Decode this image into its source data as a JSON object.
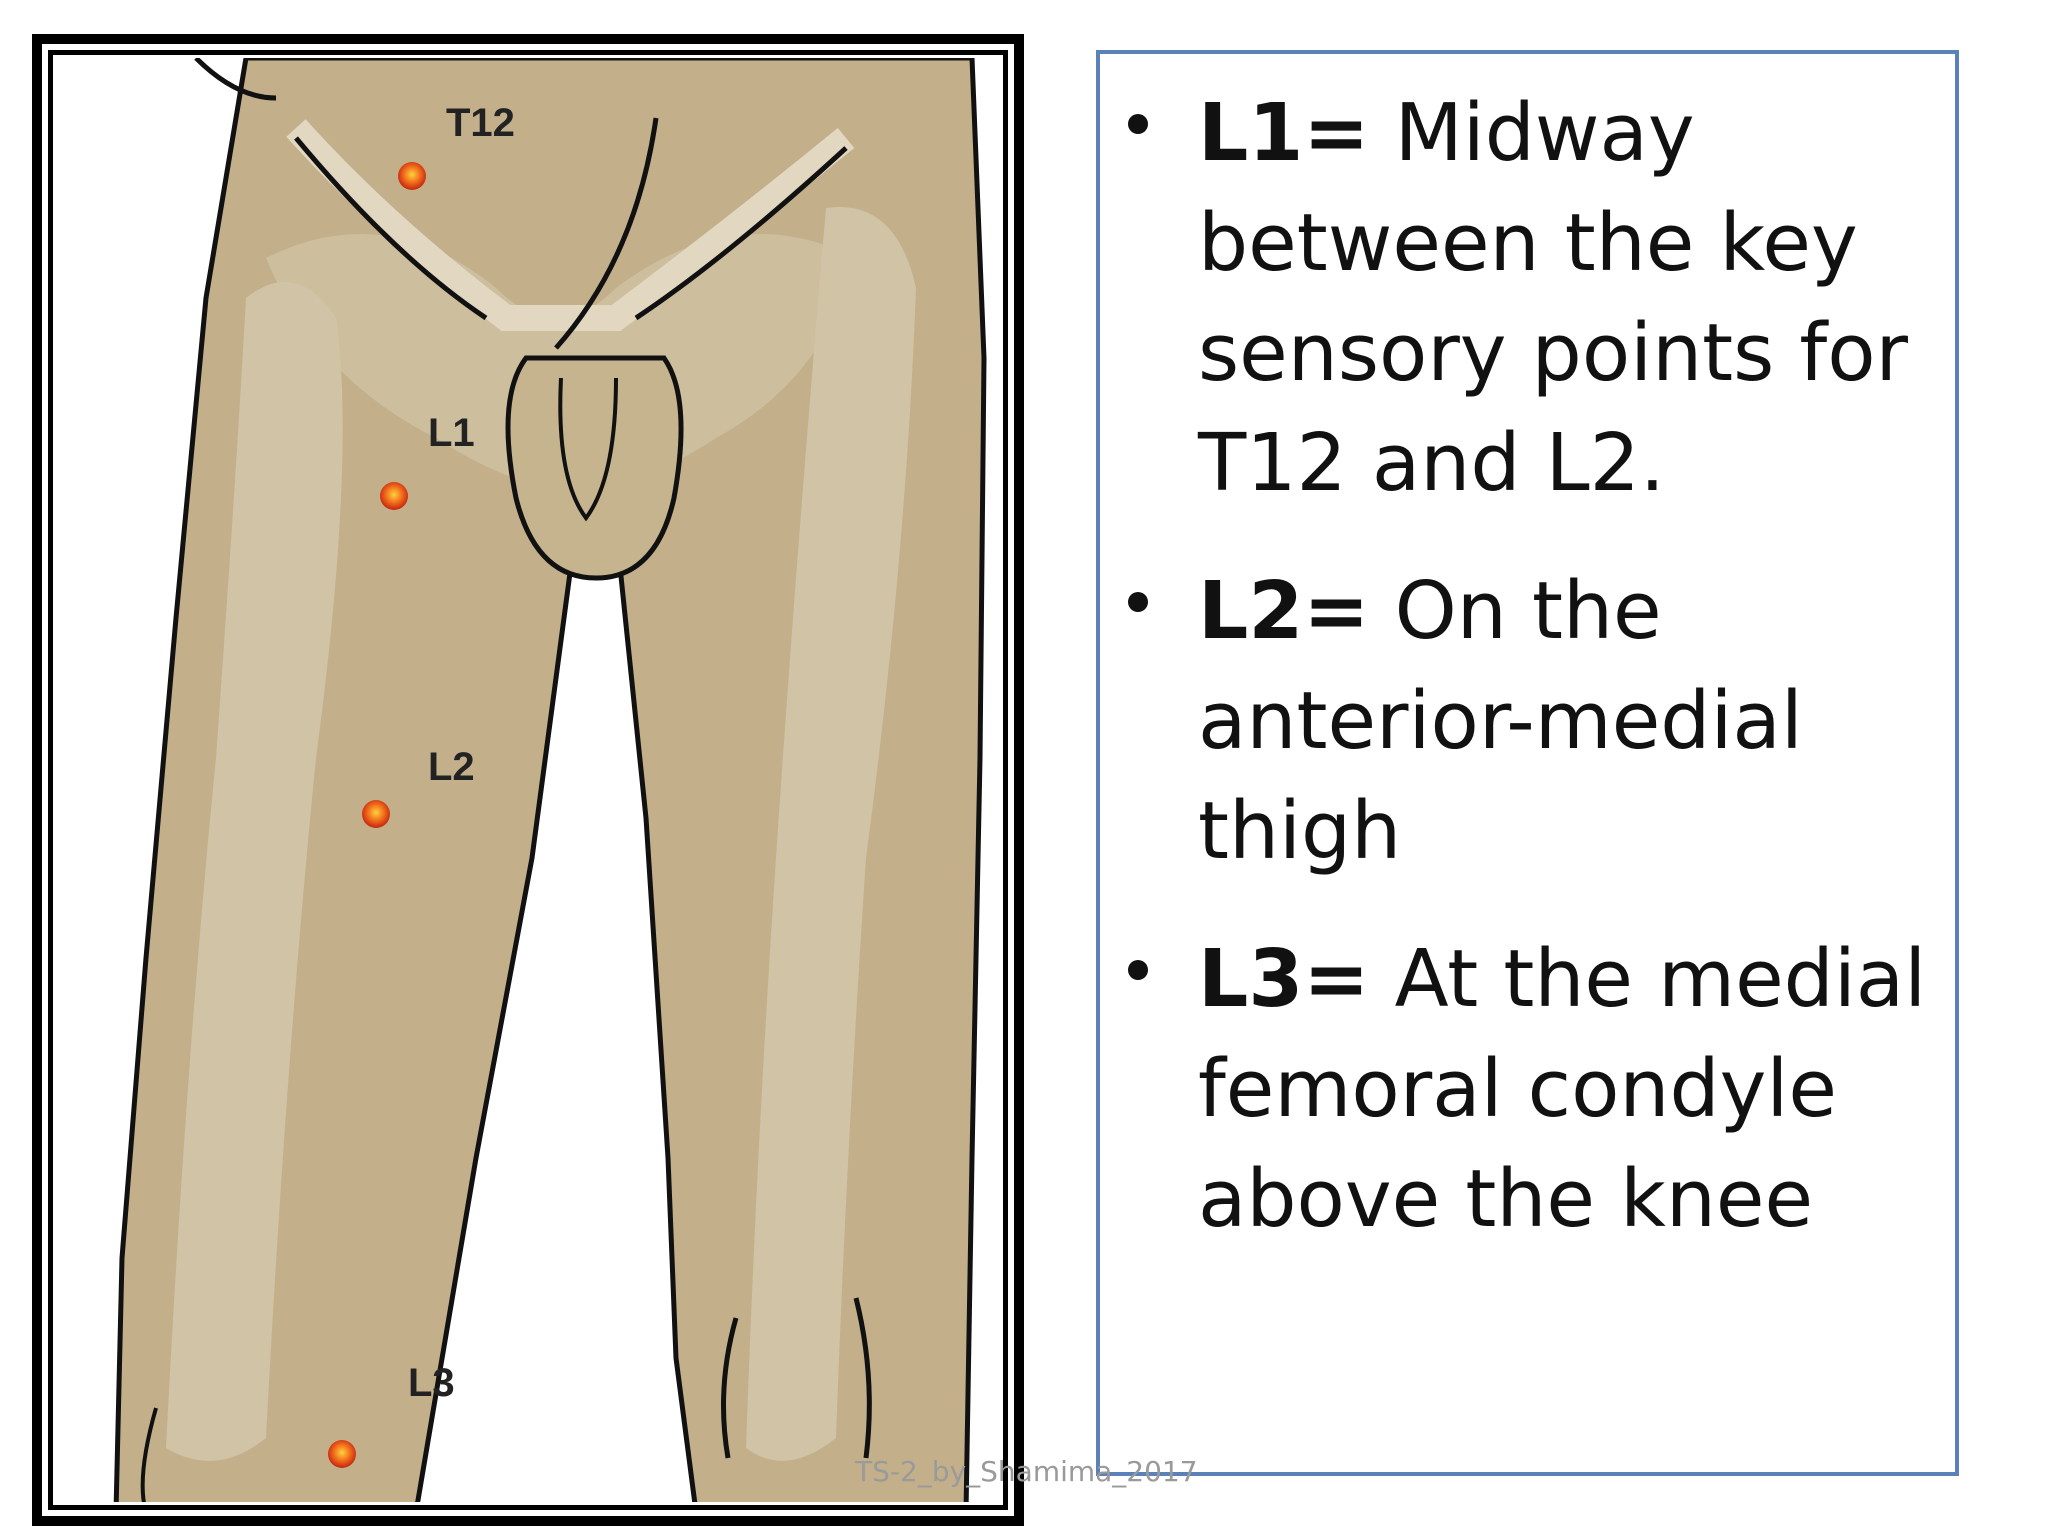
{
  "figure": {
    "labels": {
      "t12": "T12",
      "l1": "L1",
      "l2": "L2",
      "l3": "L3"
    }
  },
  "bullets": [
    {
      "key": "L1=",
      "text": " Midway between the key sensory points for T12 and L2."
    },
    {
      "key": "L2=",
      "text": " On the anterior-medial thigh"
    },
    {
      "key": "L3=",
      "text": " At the medial femoral condyle above the knee"
    }
  ],
  "watermark": "TS-2_by_Shamima_2017",
  "colors": {
    "skin": "#c3b08b",
    "bone": "#d8ccb2",
    "outline": "#111111",
    "sensory_point": "#e23a1e",
    "panel_border": "#5b82b8"
  }
}
